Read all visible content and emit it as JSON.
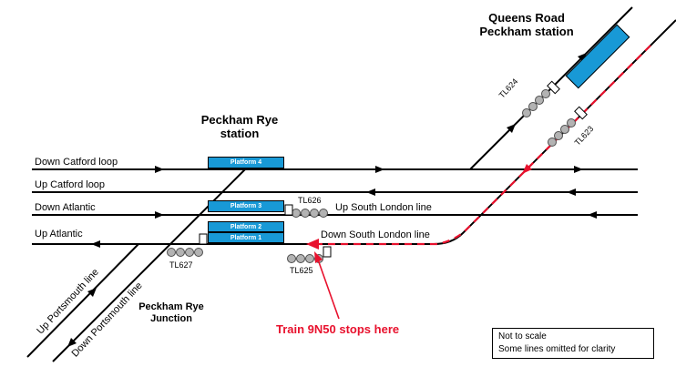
{
  "diagram": {
    "stations": {
      "peckham_rye": {
        "line1": "Peckham Rye",
        "line2": "station"
      },
      "queens_road": {
        "line1": "Queens Road",
        "line2": "Peckham station"
      },
      "junction": {
        "line1": "Peckham Rye",
        "line2": "Junction"
      }
    },
    "lines": {
      "down_catford": "Down Catford loop",
      "up_catford": "Up Catford loop",
      "down_atlantic": "Down Atlantic",
      "up_atlantic": "Up Atlantic",
      "up_south_london": "Up South London line",
      "down_south_london": "Down South London line",
      "up_portsmouth": "Up Portsmouth line",
      "down_portsmouth": "Down Portsmouth line"
    },
    "platforms": [
      {
        "id": "platform-4",
        "label": "Platform 4"
      },
      {
        "id": "platform-3",
        "label": "Platform 3"
      },
      {
        "id": "platform-2",
        "label": "Platform 2"
      },
      {
        "id": "platform-1",
        "label": "Platform 1"
      }
    ],
    "signals": {
      "tl623": "TL623",
      "tl624": "TL624",
      "tl625": "TL625",
      "tl626": "TL626",
      "tl627": "TL627"
    },
    "annotation": {
      "train_note": "Train 9N50 stops here"
    },
    "note_box": {
      "line1": "Not to scale",
      "line2": "Some lines omitted for clarity"
    },
    "colors": {
      "track": "#000000",
      "platform_blue": "#1899d6",
      "signal_gray": "#b3b3b3",
      "route_red": "#e8112d"
    }
  }
}
